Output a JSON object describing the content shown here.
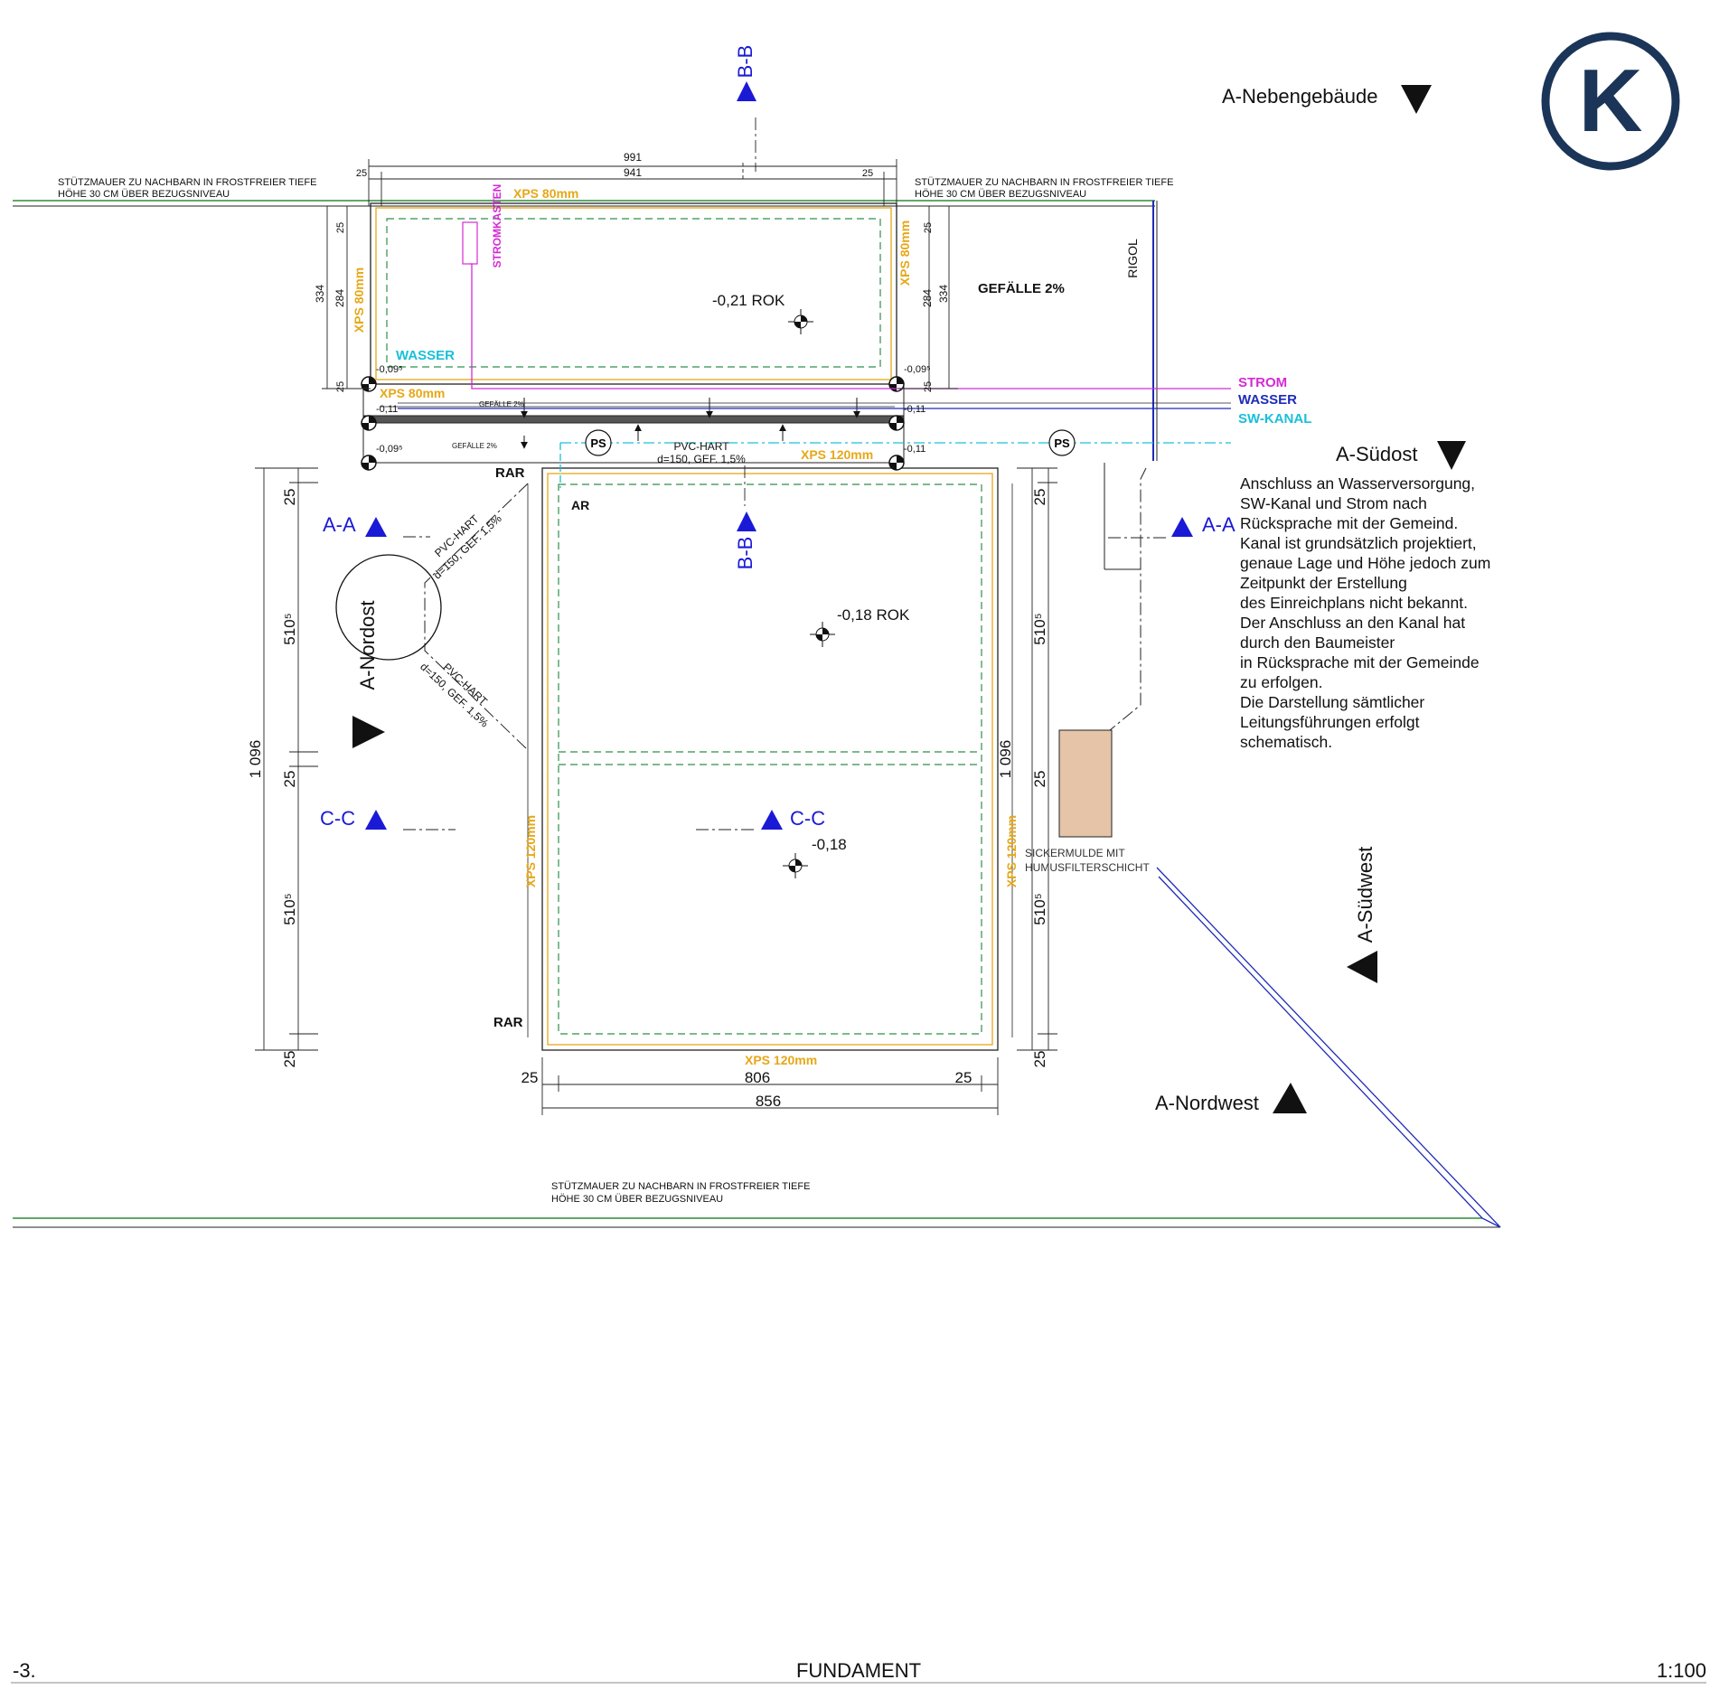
{
  "logo_letter": "K",
  "sheet": {
    "number": "-3.",
    "title": "FUNDAMENT",
    "scale": "1:100"
  },
  "views": {
    "nebengebaeude": "A-Nebengebäude",
    "suedost": "A-Südost",
    "nordwest": "A-Nordwest",
    "suedwest": "A-Südwest",
    "nordost": "A-Nordost"
  },
  "sections": {
    "aa": "A-A",
    "bb": "B-B",
    "cc": "C-C"
  },
  "retaining_wall": {
    "line1": "STÜTZMAUER ZU NACHBARN IN FROSTFREIER TIEFE",
    "line2": "HÖHE 30 CM ÜBER BEZUGSNIVEAU"
  },
  "materials": {
    "xps80": "XPS 80mm",
    "xps120": "XPS 120mm"
  },
  "utilities": {
    "strom": "STROM",
    "wasser": "WASSER",
    "swkanal": "SW-KANAL",
    "stromkasten": "STROMKASTEN"
  },
  "labels": {
    "gefaelle": "GEFÄLLE 2%",
    "gefaelle_small": "GEFÄLLE 2%",
    "rigol": "RIGOL",
    "ps": "PS",
    "rar": "RAR",
    "ar": "AR",
    "pvc1": "PVC-HART",
    "pvc2": "d=150, GEF. 1,5%",
    "sickermulde1": "SICKERMULDE MIT",
    "sickermulde2": "HUMUSFILTERSCHICHT"
  },
  "levels": {
    "rok021": "-0,21 ROK",
    "rok018": "-0,18 ROK",
    "lvl018": "-0,18",
    "lvl0095": "-0,09⁵",
    "lvl011": "-0,11"
  },
  "dimensions": {
    "d991": "991",
    "d941": "941",
    "d25": "25",
    "d334": "334",
    "d284": "284",
    "d1096": "1 096",
    "d5105": "510⁵",
    "d806": "806",
    "d856": "856"
  },
  "note_lines": [
    "Anschluss an Wasserversorgung,",
    "SW-Kanal und Strom nach",
    "Rücksprache mit der Gemeind.",
    "Kanal ist grundsätzlich projektiert,",
    "genaue Lage und Höhe jedoch zum",
    "Zeitpunkt der Erstellung",
    "des Einreichplans nicht bekannt.",
    "Der Anschluss an den Kanal hat",
    "durch den Baumeister",
    "in Rücksprache mit der Gemeinde",
    "zu erfolgen.",
    "Die Darstellung sämtlicher",
    "Leitungsführungen erfolgt",
    "schematisch."
  ],
  "colors": {
    "section_blue": "#1a1ad6",
    "xps_orange": "#e6a817",
    "strom_magenta": "#d42bd4",
    "wasser_blue": "#1f2bb8",
    "kanal_cyan": "#19c0d8",
    "logo_navy": "#1b3558",
    "ground_green": "#2e8b3a",
    "dashed_green": "#2f8f4a",
    "sickermulde_fill": "#e6c4a8"
  }
}
